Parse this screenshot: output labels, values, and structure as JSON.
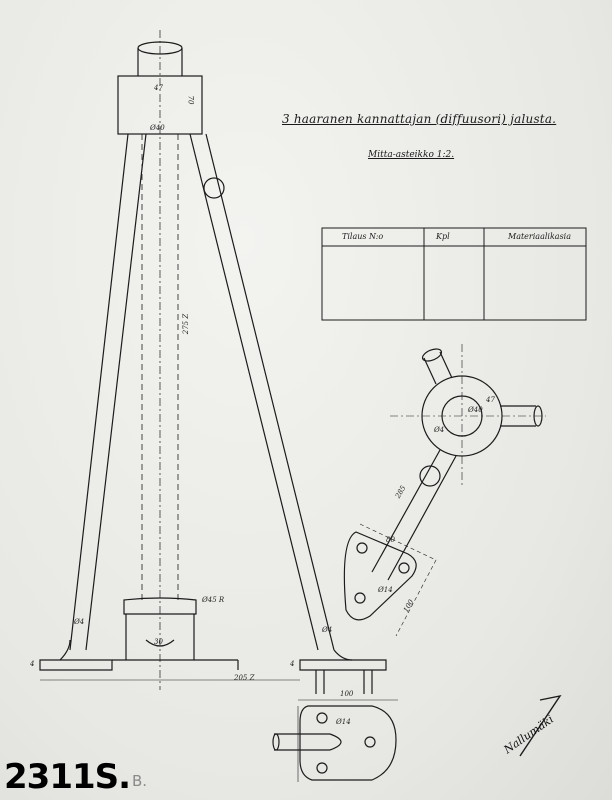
{
  "drawing": {
    "title": "3 haaranen kannattajan (diffuusori) jalusta.",
    "scale": "Mitta-asteikko 1:2.",
    "table_headers": [
      "Tilaus N:o",
      "Kpl",
      "Materiaalikasia"
    ],
    "dimensions": {
      "top_width": "47",
      "top_height": "70",
      "top_bore": "Ø40",
      "height": "275 Z",
      "base_ring": "Ø45 R",
      "base_inner": "30",
      "base_span": "205 Z",
      "leg_left": "Ø4",
      "leg_right": "Ø4",
      "foot_left": "4",
      "foot_right": "4",
      "plate_width": "100",
      "plate_bore": "Ø14",
      "view_radius": "47",
      "view_leg": "Ø4",
      "view_bore": "Ø40",
      "view_plate": "Ø14",
      "view_plate_width": "100",
      "view_plate_side": "80",
      "view_leg_length": "285"
    },
    "drawing_number": "2311S.",
    "suffix": "B.",
    "signature": "Nallumäki"
  }
}
